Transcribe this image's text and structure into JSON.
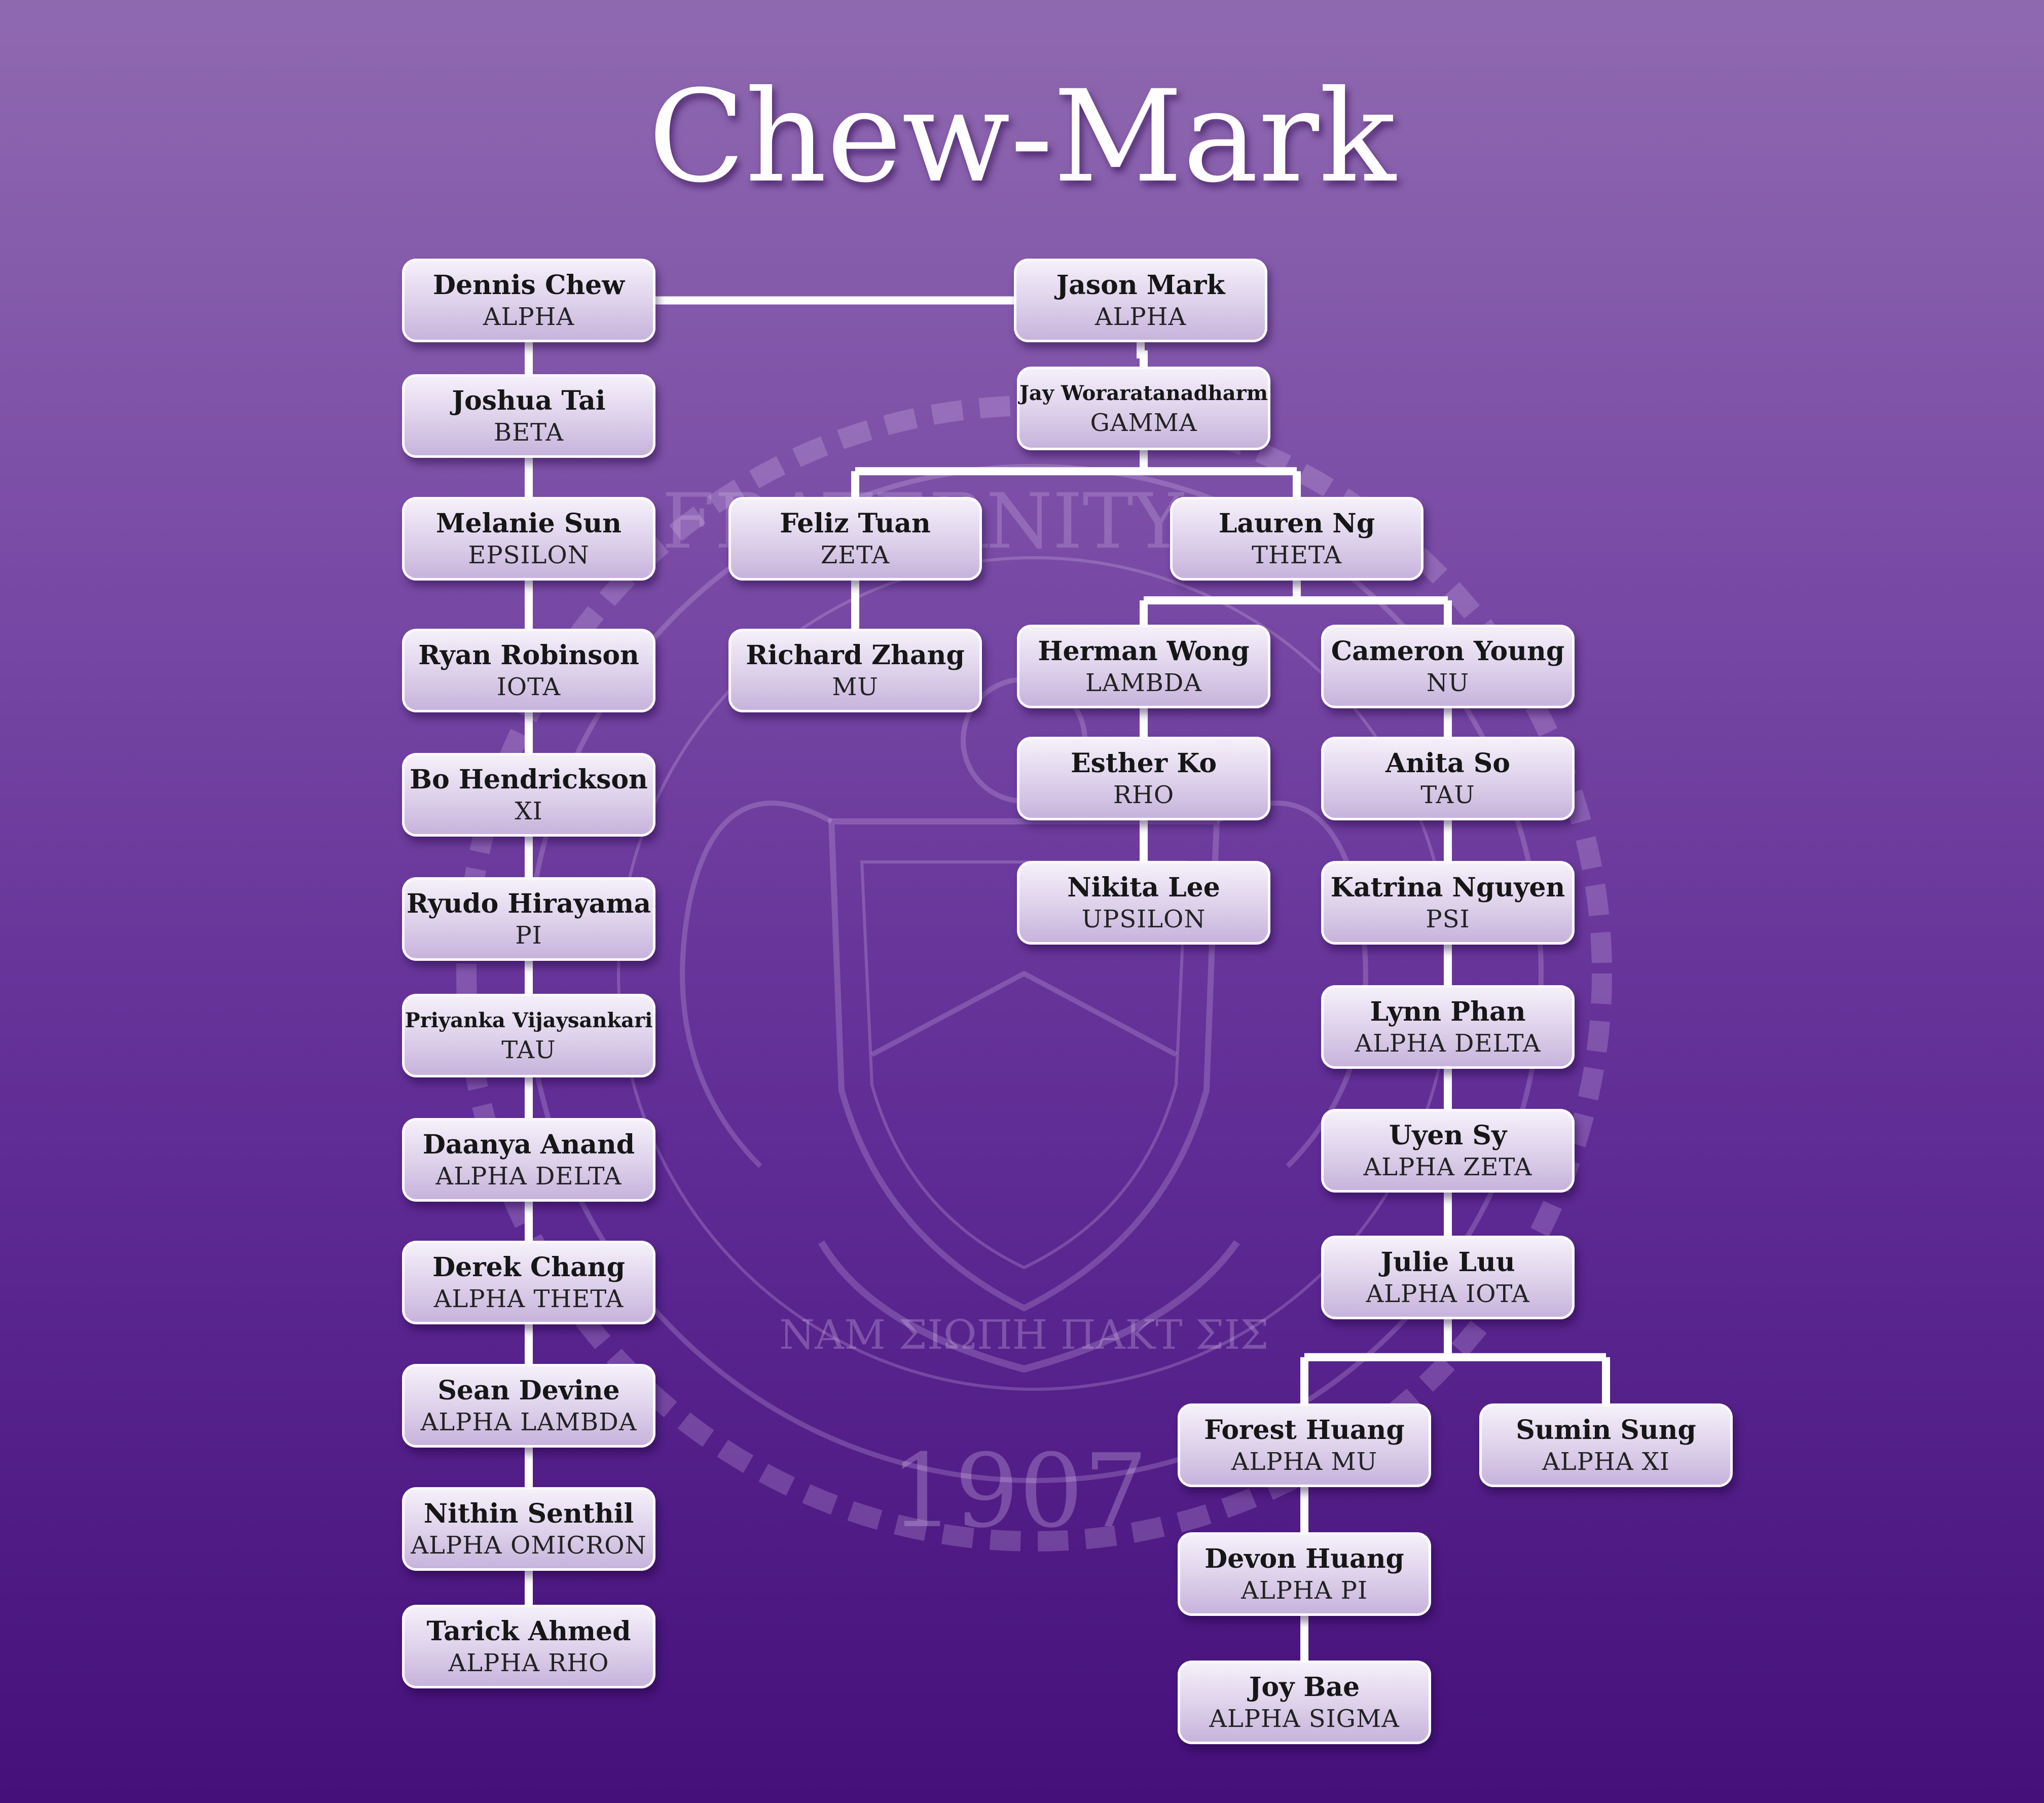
{
  "title": "Chew-Mark",
  "seal": {
    "year": "1907",
    "motto": "ΝΑΜ ΣΙΩΠΗ ΠΑΚΤ ΣΙΣ",
    "arc_text": "FRATERNITY"
  },
  "colors": {
    "line": "#ffffff",
    "node_border": "#ffffff",
    "background_top": "#8f69b0",
    "background_bottom": "#45107a"
  },
  "nodes": [
    {
      "id": "dennis",
      "name": "Dennis Chew",
      "chapter": "ALPHA"
    },
    {
      "id": "jason",
      "name": "Jason Mark",
      "chapter": "ALPHA"
    },
    {
      "id": "joshua",
      "name": "Joshua Tai",
      "chapter": "BETA"
    },
    {
      "id": "jay",
      "name": "Jay Woraratanadharm",
      "chapter": "GAMMA"
    },
    {
      "id": "melanie",
      "name": "Melanie Sun",
      "chapter": "EPSILON"
    },
    {
      "id": "feliz",
      "name": "Feliz Tuan",
      "chapter": "ZETA"
    },
    {
      "id": "lauren",
      "name": "Lauren Ng",
      "chapter": "THETA"
    },
    {
      "id": "ryan",
      "name": "Ryan Robinson",
      "chapter": "IOTA"
    },
    {
      "id": "richard",
      "name": "Richard Zhang",
      "chapter": "MU"
    },
    {
      "id": "herman",
      "name": "Herman Wong",
      "chapter": "LAMBDA"
    },
    {
      "id": "cameron",
      "name": "Cameron Young",
      "chapter": "NU"
    },
    {
      "id": "bo",
      "name": "Bo Hendrickson",
      "chapter": "XI"
    },
    {
      "id": "esther",
      "name": "Esther Ko",
      "chapter": "RHO"
    },
    {
      "id": "anita",
      "name": "Anita So",
      "chapter": "TAU"
    },
    {
      "id": "ryudo",
      "name": "Ryudo Hirayama",
      "chapter": "PI"
    },
    {
      "id": "nikita",
      "name": "Nikita Lee",
      "chapter": "UPSILON"
    },
    {
      "id": "katrina",
      "name": "Katrina Nguyen",
      "chapter": "PSI"
    },
    {
      "id": "priyanka",
      "name": "Priyanka Vijaysankari",
      "chapter": "TAU"
    },
    {
      "id": "lynn",
      "name": "Lynn Phan",
      "chapter": "ALPHA DELTA"
    },
    {
      "id": "daanya",
      "name": "Daanya Anand",
      "chapter": "ALPHA DELTA"
    },
    {
      "id": "uyen",
      "name": "Uyen Sy",
      "chapter": "ALPHA ZETA"
    },
    {
      "id": "derek",
      "name": "Derek Chang",
      "chapter": "ALPHA THETA"
    },
    {
      "id": "julie",
      "name": "Julie Luu",
      "chapter": "ALPHA IOTA"
    },
    {
      "id": "sean",
      "name": "Sean Devine",
      "chapter": "ALPHA LAMBDA"
    },
    {
      "id": "forest",
      "name": "Forest Huang",
      "chapter": "ALPHA MU"
    },
    {
      "id": "sumin",
      "name": "Sumin Sung",
      "chapter": "ALPHA XI"
    },
    {
      "id": "nithin",
      "name": "Nithin Senthil",
      "chapter": "ALPHA OMICRON"
    },
    {
      "id": "devon",
      "name": "Devon Huang",
      "chapter": "ALPHA PI"
    },
    {
      "id": "tarick",
      "name": "Tarick Ahmed",
      "chapter": "ALPHA RHO"
    },
    {
      "id": "joy",
      "name": "Joy Bae",
      "chapter": "ALPHA SIGMA"
    }
  ],
  "edges": [
    {
      "from": "dennis",
      "to": "jason",
      "kind": "partner"
    },
    {
      "from": "dennis",
      "to": "joshua"
    },
    {
      "from": "joshua",
      "to": "melanie"
    },
    {
      "from": "melanie",
      "to": "ryan"
    },
    {
      "from": "ryan",
      "to": "bo"
    },
    {
      "from": "bo",
      "to": "ryudo"
    },
    {
      "from": "ryudo",
      "to": "priyanka"
    },
    {
      "from": "priyanka",
      "to": "daanya"
    },
    {
      "from": "daanya",
      "to": "derek"
    },
    {
      "from": "derek",
      "to": "sean"
    },
    {
      "from": "sean",
      "to": "nithin"
    },
    {
      "from": "nithin",
      "to": "tarick"
    },
    {
      "from": "jason",
      "to": "jay"
    },
    {
      "from": "jay",
      "to": "feliz"
    },
    {
      "from": "jay",
      "to": "lauren"
    },
    {
      "from": "feliz",
      "to": "richard"
    },
    {
      "from": "lauren",
      "to": "herman"
    },
    {
      "from": "lauren",
      "to": "cameron"
    },
    {
      "from": "herman",
      "to": "esther"
    },
    {
      "from": "esther",
      "to": "nikita"
    },
    {
      "from": "cameron",
      "to": "anita"
    },
    {
      "from": "anita",
      "to": "katrina"
    },
    {
      "from": "katrina",
      "to": "lynn"
    },
    {
      "from": "lynn",
      "to": "uyen"
    },
    {
      "from": "uyen",
      "to": "julie"
    },
    {
      "from": "julie",
      "to": "forest"
    },
    {
      "from": "julie",
      "to": "sumin"
    },
    {
      "from": "forest",
      "to": "devon"
    },
    {
      "from": "devon",
      "to": "joy"
    }
  ]
}
